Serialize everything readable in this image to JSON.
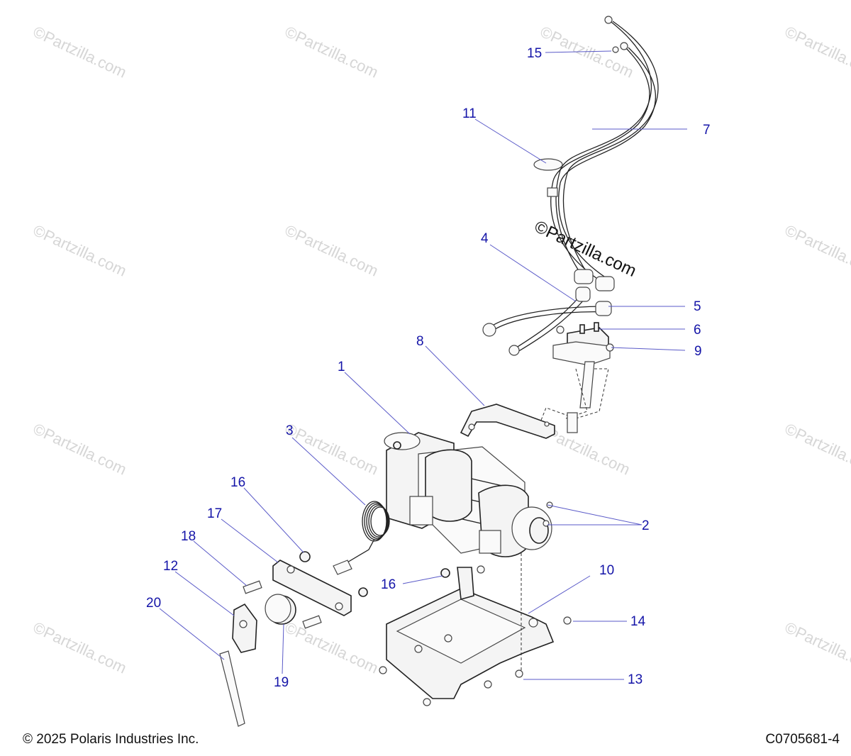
{
  "watermark": {
    "small": "©Partzilla.com",
    "large": "©Partzilla.com"
  },
  "callouts": {
    "c1": "1",
    "c2": "2",
    "c3": "3",
    "c4": "4",
    "c5": "5",
    "c6": "6",
    "c7": "7",
    "c8": "8",
    "c9": "9",
    "c10": "10",
    "c11": "11",
    "c12": "12",
    "c13": "13",
    "c14": "14",
    "c15": "15",
    "c16a": "16",
    "c16b": "16",
    "c17": "17",
    "c18": "18",
    "c19": "19",
    "c20": "20"
  },
  "footer": {
    "copyright": "© 2025 Polaris Industries Inc.",
    "drawing_number": "C0705681-4"
  },
  "colors": {
    "callout": "#1414a8",
    "leader": "#5a5ac8",
    "watermark": "#d6d6d6"
  }
}
